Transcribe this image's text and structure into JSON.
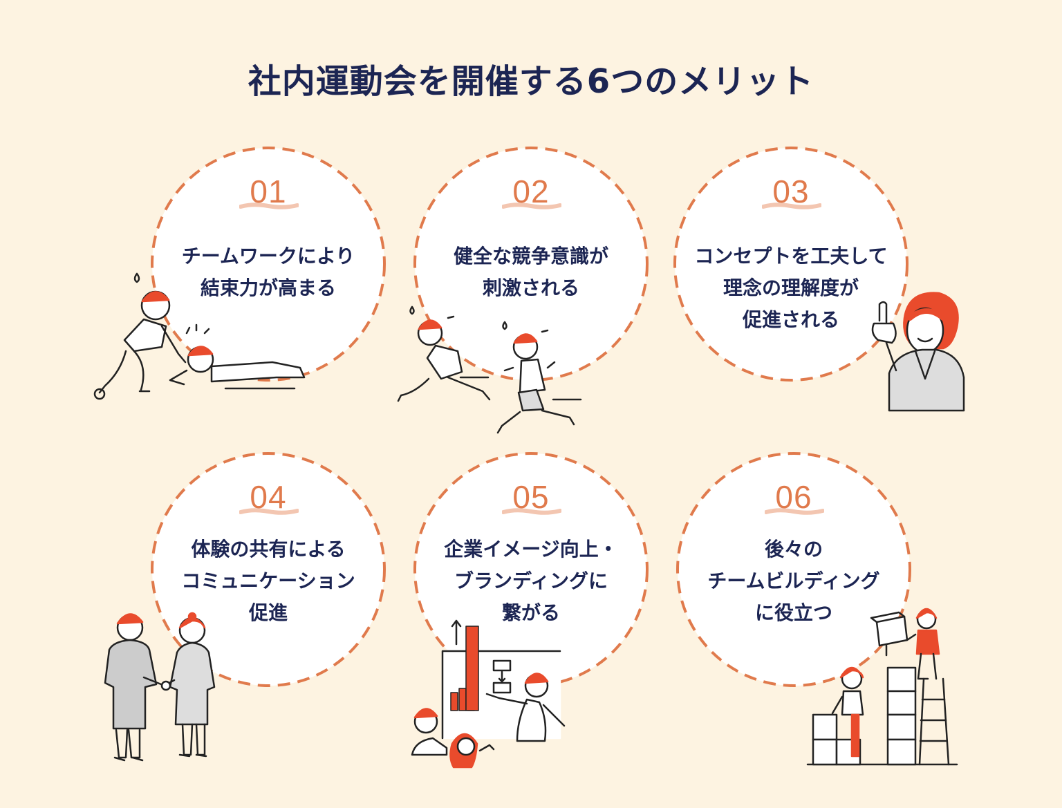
{
  "title": "社内運動会を開催する6つのメリット",
  "colors": {
    "background": "#fdf3e1",
    "accent": "#e07a4c",
    "title_text": "#1c2553",
    "circle_fill": "#ffffff",
    "illustration_red": "#e94b2c"
  },
  "merits": [
    {
      "number": "01",
      "lines": [
        "チームワークにより",
        "結束力が高まる"
      ],
      "icon": "people-helping-fallen-person-illustration"
    },
    {
      "number": "02",
      "lines": [
        "健全な競争意識が",
        "刺激される"
      ],
      "icon": "two-runners-racing-illustration"
    },
    {
      "number": "03",
      "lines": [
        "コンセプトを工夫して",
        "理念の理解度が",
        "促進される"
      ],
      "icon": "woman-pointing-up-illustration"
    },
    {
      "number": "04",
      "lines": [
        "体験の共有による",
        "コミュニケーション",
        "促進"
      ],
      "icon": "businesspeople-handshake-illustration"
    },
    {
      "number": "05",
      "lines": [
        "企業イメージ向上・",
        "ブランディングに",
        "繋がる"
      ],
      "icon": "presentation-bar-chart-illustration"
    },
    {
      "number": "06",
      "lines": [
        "後々の",
        "チームビルディング",
        "に役立つ"
      ],
      "icon": "team-stacking-boxes-illustration"
    }
  ]
}
